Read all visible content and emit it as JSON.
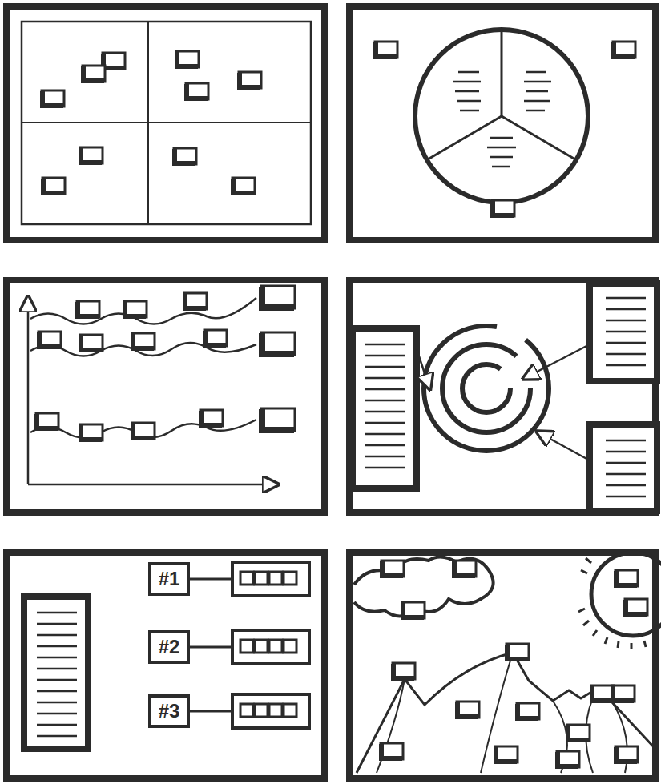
{
  "diagram": {
    "nodes": [
      {
        "text": [
          "#1"
        ]
      },
      {
        "text": [
          "#2"
        ]
      },
      {
        "text": [
          "#3"
        ]
      }
    ]
  }
}
